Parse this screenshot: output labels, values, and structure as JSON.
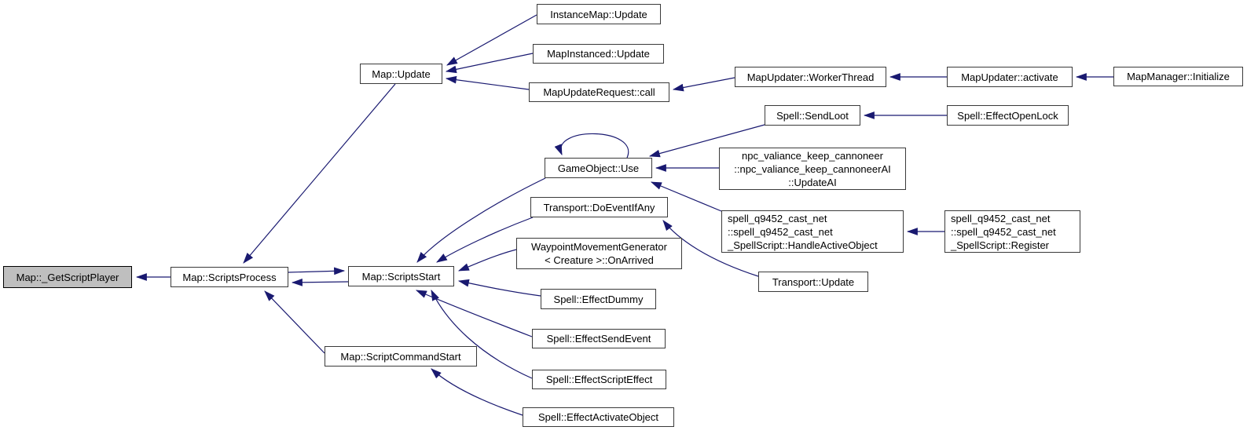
{
  "diagram": {
    "type": "doxygen-caller-graph",
    "background_color": "#ffffff",
    "edge_color": "#191970",
    "node_border_color": "#3a3a3a",
    "node_fill_color": "#ffffff",
    "root_fill_color": "#bfbfbf",
    "text_color": "#000000"
  },
  "nodes": [
    {
      "id": "get-script-player",
      "label": "Map::_GetScriptPlayer",
      "role": "root"
    },
    {
      "id": "scripts-process",
      "label": "Map::ScriptsProcess",
      "role": "caller"
    },
    {
      "id": "scripts-start",
      "label": "Map::ScriptsStart",
      "role": "caller"
    },
    {
      "id": "map-update",
      "label": "Map::Update",
      "role": "caller"
    },
    {
      "id": "instance-map-update",
      "label": "InstanceMap::Update",
      "role": "caller"
    },
    {
      "id": "map-instanced-update",
      "label": "MapInstanced::Update",
      "role": "caller"
    },
    {
      "id": "map-update-request-call",
      "label": "MapUpdateRequest::call",
      "role": "caller"
    },
    {
      "id": "map-updater-worker-thread",
      "label": "MapUpdater::WorkerThread",
      "role": "caller"
    },
    {
      "id": "map-updater-activate",
      "label": "MapUpdater::activate",
      "role": "caller"
    },
    {
      "id": "map-manager-initialize",
      "label": "MapManager::Initialize",
      "role": "caller"
    },
    {
      "id": "spell-send-loot",
      "label": "Spell::SendLoot",
      "role": "caller"
    },
    {
      "id": "spell-effect-open-lock",
      "label": "Spell::EffectOpenLock",
      "role": "caller"
    },
    {
      "id": "game-object-use",
      "label": "GameObject::Use",
      "role": "caller"
    },
    {
      "id": "npc-valiance-update-ai",
      "label": "npc_valiance_keep_cannoneer\n::npc_valiance_keep_cannoneerAI\n::UpdateAI",
      "role": "caller"
    },
    {
      "id": "transport-do-event-if-any",
      "label": "Transport::DoEventIfAny",
      "role": "caller"
    },
    {
      "id": "spell-q9452-handle-active-object",
      "label": "spell_q9452_cast_net\n::spell_q9452_cast_net\n_SpellScript::HandleActiveObject",
      "role": "caller"
    },
    {
      "id": "spell-q9452-register",
      "label": "spell_q9452_cast_net\n::spell_q9452_cast_net\n_SpellScript::Register",
      "role": "caller"
    },
    {
      "id": "transport-update",
      "label": "Transport::Update",
      "role": "caller"
    },
    {
      "id": "waypoint-on-arrived",
      "label": "WaypointMovementGenerator\n< Creature >::OnArrived",
      "role": "caller"
    },
    {
      "id": "spell-effect-dummy",
      "label": "Spell::EffectDummy",
      "role": "caller"
    },
    {
      "id": "spell-effect-send-event",
      "label": "Spell::EffectSendEvent",
      "role": "caller"
    },
    {
      "id": "map-script-command-start",
      "label": "Map::ScriptCommandStart",
      "role": "caller"
    },
    {
      "id": "spell-effect-script-effect",
      "label": "Spell::EffectScriptEffect",
      "role": "caller"
    },
    {
      "id": "spell-effect-activate-object",
      "label": "Spell::EffectActivateObject",
      "role": "caller"
    }
  ],
  "edges": [
    {
      "from": "scripts-process",
      "to": "get-script-player"
    },
    {
      "from": "map-update",
      "to": "scripts-process"
    },
    {
      "from": "scripts-process",
      "to": "scripts-start"
    },
    {
      "from": "scripts-start",
      "to": "scripts-process"
    },
    {
      "from": "map-script-command-start",
      "to": "scripts-process"
    },
    {
      "from": "instance-map-update",
      "to": "map-update"
    },
    {
      "from": "map-instanced-update",
      "to": "map-update"
    },
    {
      "from": "map-update-request-call",
      "to": "map-update"
    },
    {
      "from": "map-updater-worker-thread",
      "to": "map-update-request-call"
    },
    {
      "from": "map-updater-activate",
      "to": "map-updater-worker-thread"
    },
    {
      "from": "map-manager-initialize",
      "to": "map-updater-activate"
    },
    {
      "from": "spell-effect-open-lock",
      "to": "spell-send-loot"
    },
    {
      "from": "spell-send-loot",
      "to": "game-object-use"
    },
    {
      "from": "npc-valiance-update-ai",
      "to": "game-object-use"
    },
    {
      "from": "spell-q9452-handle-active-object",
      "to": "game-object-use"
    },
    {
      "from": "game-object-use",
      "to": "game-object-use"
    },
    {
      "from": "spell-q9452-register",
      "to": "spell-q9452-handle-active-object"
    },
    {
      "from": "game-object-use",
      "to": "scripts-start"
    },
    {
      "from": "transport-do-event-if-any",
      "to": "scripts-start"
    },
    {
      "from": "transport-update",
      "to": "transport-do-event-if-any"
    },
    {
      "from": "waypoint-on-arrived",
      "to": "scripts-start"
    },
    {
      "from": "spell-effect-dummy",
      "to": "scripts-start"
    },
    {
      "from": "spell-effect-send-event",
      "to": "scripts-start"
    },
    {
      "from": "spell-effect-script-effect",
      "to": "scripts-start"
    },
    {
      "from": "spell-effect-activate-object",
      "to": "map-script-command-start"
    }
  ]
}
